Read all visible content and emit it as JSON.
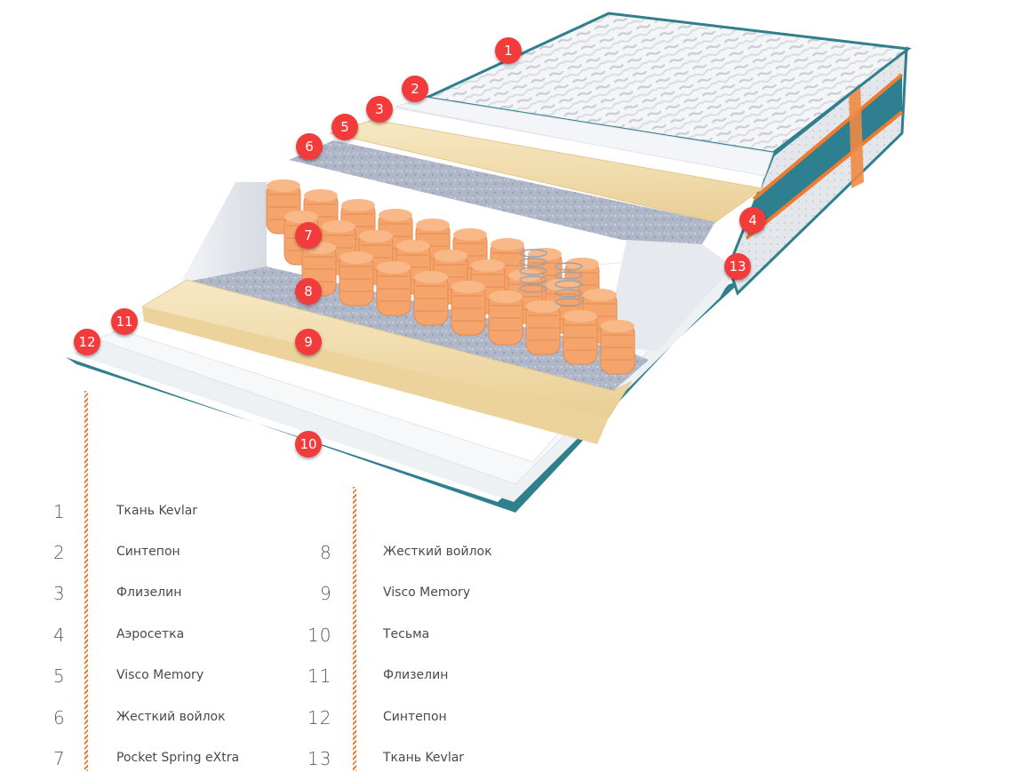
{
  "markers": [
    {
      "id": "1",
      "label": "1"
    },
    {
      "id": "2",
      "label": "2"
    },
    {
      "id": "3",
      "label": "3"
    },
    {
      "id": "4",
      "label": "4"
    },
    {
      "id": "5",
      "label": "5"
    },
    {
      "id": "6",
      "label": "6"
    },
    {
      "id": "7",
      "label": "7"
    },
    {
      "id": "8",
      "label": "8"
    },
    {
      "id": "9",
      "label": "9"
    },
    {
      "id": "10",
      "label": "10"
    },
    {
      "id": "11",
      "label": "11"
    },
    {
      "id": "12",
      "label": "12"
    },
    {
      "id": "13",
      "label": "13"
    }
  ],
  "legend_left": [
    {
      "num": "1",
      "text": "Ткань Kevlar"
    },
    {
      "num": "2",
      "text": "Синтепон"
    },
    {
      "num": "3",
      "text": "Флизелин"
    },
    {
      "num": "4",
      "text": "Аэросетка"
    },
    {
      "num": "5",
      "text": "Visco Memory"
    },
    {
      "num": "6",
      "text": "Жесткий войлок"
    },
    {
      "num": "7",
      "text": "Pocket Spring eXtra"
    }
  ],
  "legend_right": [
    {
      "num": "8",
      "text": "Жесткий войлок"
    },
    {
      "num": "9",
      "text": "Visco Memory"
    },
    {
      "num": "10",
      "text": "Тесьма"
    },
    {
      "num": "11",
      "text": "Флизелин"
    },
    {
      "num": "12",
      "text": "Синтепон"
    },
    {
      "num": "13",
      "text": "Ткань Kevlar"
    }
  ],
  "colors": {
    "marker": "#f23c3c",
    "accent_stripe": "#f07b2d",
    "piping": "#2f7f8c",
    "memory_foam": "#f3deb0",
    "felt": "#aab2c4",
    "springs": "#f5a46b",
    "text": "#454b52"
  }
}
